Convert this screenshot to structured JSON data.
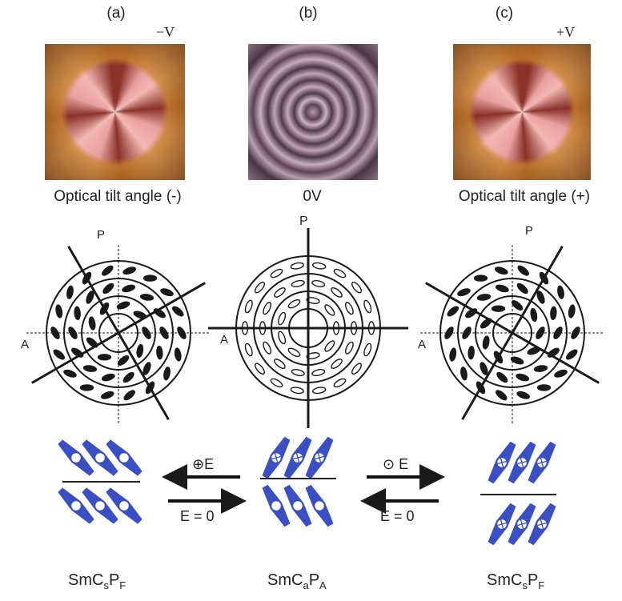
{
  "panels": [
    {
      "label": "(a)",
      "voltage": "−V",
      "caption": "Optical tilt angle (-)"
    },
    {
      "label": "(b)",
      "voltage": "",
      "caption": "0V"
    },
    {
      "label": "(c)",
      "voltage": "+V",
      "caption": "Optical tilt angle (+)"
    }
  ],
  "axes": {
    "polarizer": "P",
    "analyzer": "A"
  },
  "transitions": {
    "left_field": "⊕E",
    "left_zero": "E = 0",
    "right_field": "⊙ E",
    "right_zero": "E = 0"
  },
  "phases": [
    {
      "main": "SmC",
      "s1": "s",
      "mid": "P",
      "s2": "F"
    },
    {
      "main": "SmC",
      "s1": "a",
      "mid": "P",
      "s2": "A"
    },
    {
      "main": "SmC",
      "s1": "s",
      "mid": "P",
      "s2": "F"
    }
  ],
  "colors": {
    "molecule": "#3a4fc4",
    "ink": "#1a1a1a"
  }
}
